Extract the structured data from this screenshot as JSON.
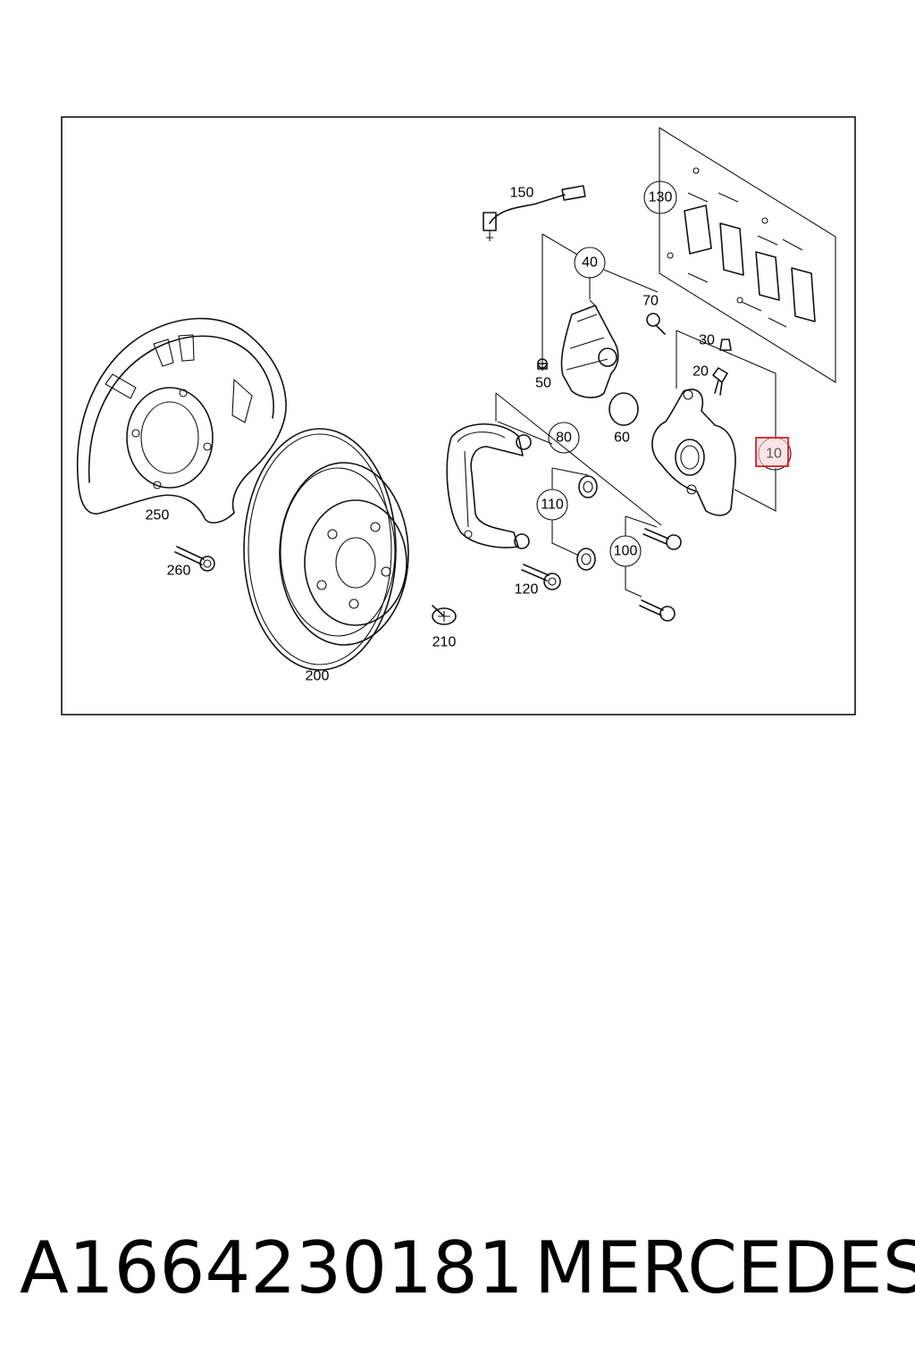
{
  "diagram": {
    "highlight_color": "#e01b24",
    "labels": {
      "p10": "10",
      "p20": "20",
      "p30": "30",
      "p40": "40",
      "p50": "50",
      "p60": "60",
      "p70": "70",
      "p80": "80",
      "p100": "100",
      "p110": "110",
      "p120": "120",
      "p130": "130",
      "p150": "150",
      "p200": "200",
      "p210": "210",
      "p250": "250",
      "p260": "260"
    }
  },
  "caption": {
    "part_number": "A1664230181",
    "brand": "MERCEDES"
  }
}
